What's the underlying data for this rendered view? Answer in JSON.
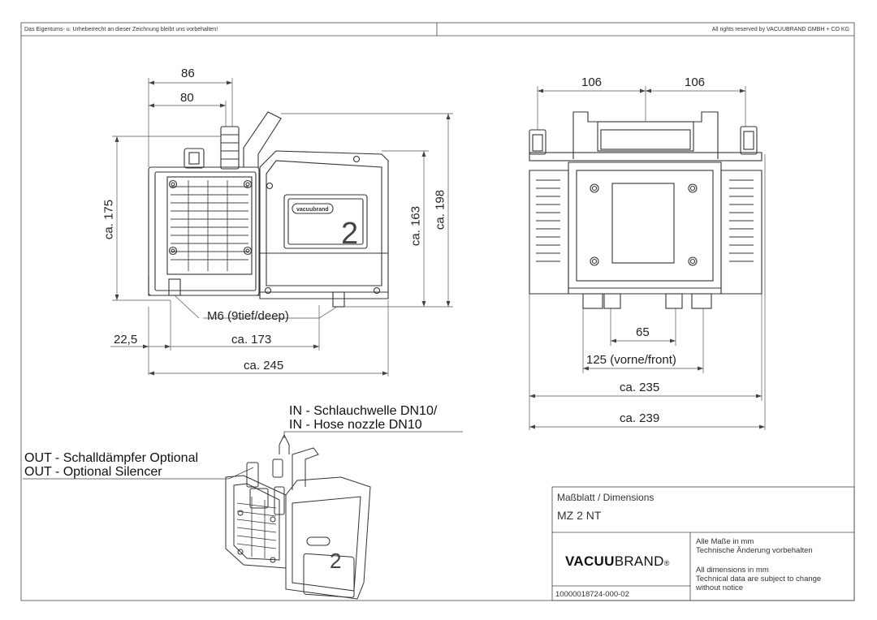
{
  "header": {
    "left_notice": "Das Eigentums- u. Urheberrecht an dieser Zeichnung bleibt uns vorbehalten!",
    "right_notice": "All rights reserved by VACUUBRAND GMBH + CO KG"
  },
  "side_view": {
    "dims": {
      "d86": "86",
      "d80": "80",
      "ca175": "ca. 175",
      "ca163": "ca. 163",
      "ca198": "ca. 198",
      "m6": "M6 (9tief/deep)",
      "d22_5": "22,5",
      "ca173": "ca. 173",
      "ca245": "ca. 245"
    },
    "label_brand": "vacuubrand",
    "model_number": "2"
  },
  "front_view": {
    "dims": {
      "d106_left": "106",
      "d106_right": "106",
      "d65": "65",
      "d125": "125  (vorne/front)",
      "ca235": "ca. 235",
      "ca239": "ca. 239"
    }
  },
  "callouts": {
    "in_de": "IN - Schlauchwelle DN10/",
    "in_en": "IN - Hose nozzle DN10",
    "out_de": "OUT - Schalldämpfer Optional",
    "out_en": "OUT - Optional Silencer"
  },
  "title_block": {
    "sheet_type": "Maßblatt / Dimensions",
    "model": "MZ 2 NT",
    "brand_bold": "VACUU",
    "brand_light": "BRAND",
    "brand_mark": "®",
    "note_de_1": "Alle Maße in mm",
    "note_de_2": "Technische Änderung vorbehalten",
    "note_en_1": "All dimensions in mm",
    "note_en_2": "Technical data are subject to change",
    "note_en_3": "without notice",
    "doc_number": "10000018724-000-02"
  }
}
